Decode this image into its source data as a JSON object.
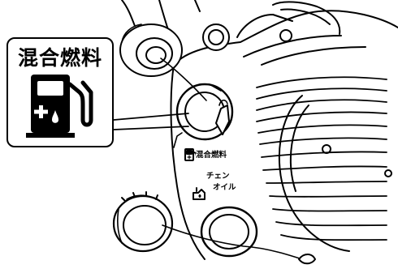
{
  "callout": {
    "title": "混合燃料",
    "icon": "fuel-pump-icon"
  },
  "engine_labels": {
    "fuel_label": "混合燃料",
    "chain_oil_line1": "チェン",
    "chain_oil_line2": "オイル"
  },
  "icons": {
    "fuel": "fuel-pump-icon",
    "oil": "oil-can-icon"
  },
  "colors": {
    "ink": "#000000",
    "paper": "#ffffff"
  }
}
